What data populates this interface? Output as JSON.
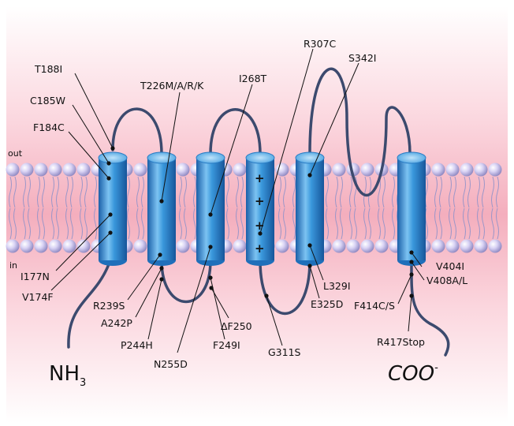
{
  "membrane": {
    "out_label": "out",
    "in_label": "in"
  },
  "termini": {
    "n_term": "NH",
    "n_term_sub": "3",
    "c_term": "COO",
    "c_term_sup": "-"
  },
  "mutations": {
    "T188I": "T188I",
    "C185W": "C185W",
    "F184C": "F184C",
    "I177N": "I177N",
    "V174F": "V174F",
    "T226MARK": "T226M/A/R/K",
    "R239S": "R239S",
    "A242P": "A242P",
    "P244H": "P244H",
    "N255D": "N255D",
    "I268T": "I268T",
    "dF250": "ΔF250",
    "F249I": "F249I",
    "R307C": "R307C",
    "G311S": "G311S",
    "S342I": "S342I",
    "L329I": "L329I",
    "E325D": "E325D",
    "V404I": "V404I",
    "V408AL": "V408A/L",
    "F414CS": "F414C/S",
    "R417Stop": "R417Stop"
  },
  "colors": {
    "background_band": "#f6b8c6",
    "lipid_head": "#c8c2ea",
    "helix": "#2f8fd6",
    "loop": "#3c4a6e"
  }
}
